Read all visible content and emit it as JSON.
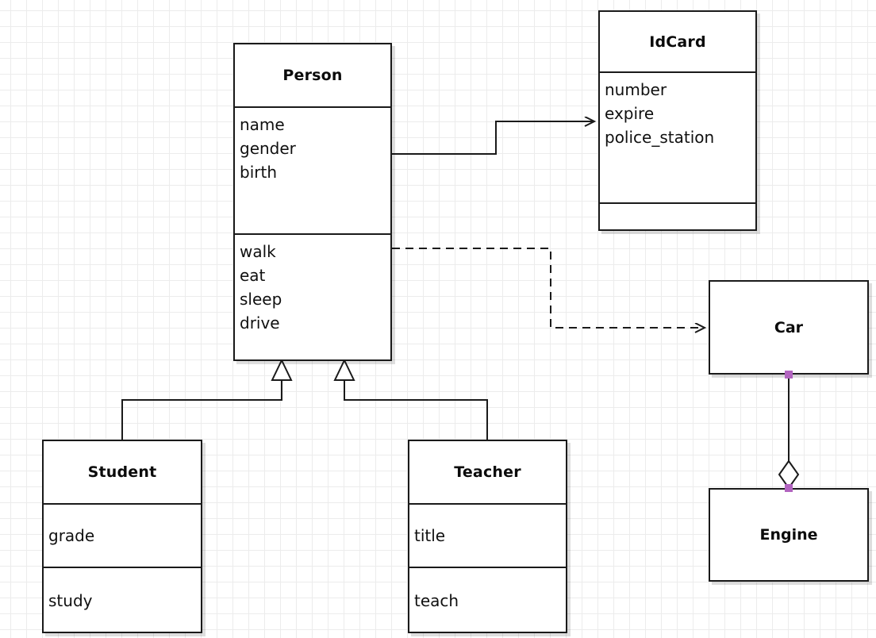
{
  "diagram": {
    "type": "uml-class-diagram",
    "background": "#ffffff",
    "grid_color": "#ececec",
    "line_color": "#1a1a1a",
    "handle_color": "#b264c0"
  },
  "classes": {
    "person": {
      "name": "Person",
      "attributes": [
        "name",
        "gender",
        "birth"
      ],
      "methods": [
        "walk",
        "eat",
        "sleep",
        "drive"
      ]
    },
    "idcard": {
      "name": "IdCard",
      "attributes": [
        "number",
        "expire",
        "police_station"
      ],
      "methods": []
    },
    "student": {
      "name": "Student",
      "attributes": [
        "grade"
      ],
      "methods": [
        "study"
      ]
    },
    "teacher": {
      "name": "Teacher",
      "attributes": [
        "title"
      ],
      "methods": [
        "teach"
      ]
    },
    "car": {
      "name": "Car",
      "attributes": [],
      "methods": []
    },
    "engine": {
      "name": "Engine",
      "attributes": [],
      "methods": []
    }
  },
  "relationships": [
    {
      "id": "person-idcard",
      "kind": "association",
      "from": "Person",
      "to": "IdCard",
      "style": "solid",
      "arrow": "open"
    },
    {
      "id": "person-car",
      "kind": "dependency",
      "from": "Person",
      "to": "Car",
      "style": "dashed",
      "arrow": "open"
    },
    {
      "id": "student-person",
      "kind": "generalization",
      "from": "Student",
      "to": "Person",
      "style": "solid",
      "arrow": "hollow-triangle"
    },
    {
      "id": "teacher-person",
      "kind": "generalization",
      "from": "Teacher",
      "to": "Person",
      "style": "solid",
      "arrow": "hollow-triangle"
    },
    {
      "id": "car-engine",
      "kind": "aggregation",
      "from": "Car",
      "to": "Engine",
      "style": "solid",
      "arrow": "hollow-diamond"
    }
  ]
}
